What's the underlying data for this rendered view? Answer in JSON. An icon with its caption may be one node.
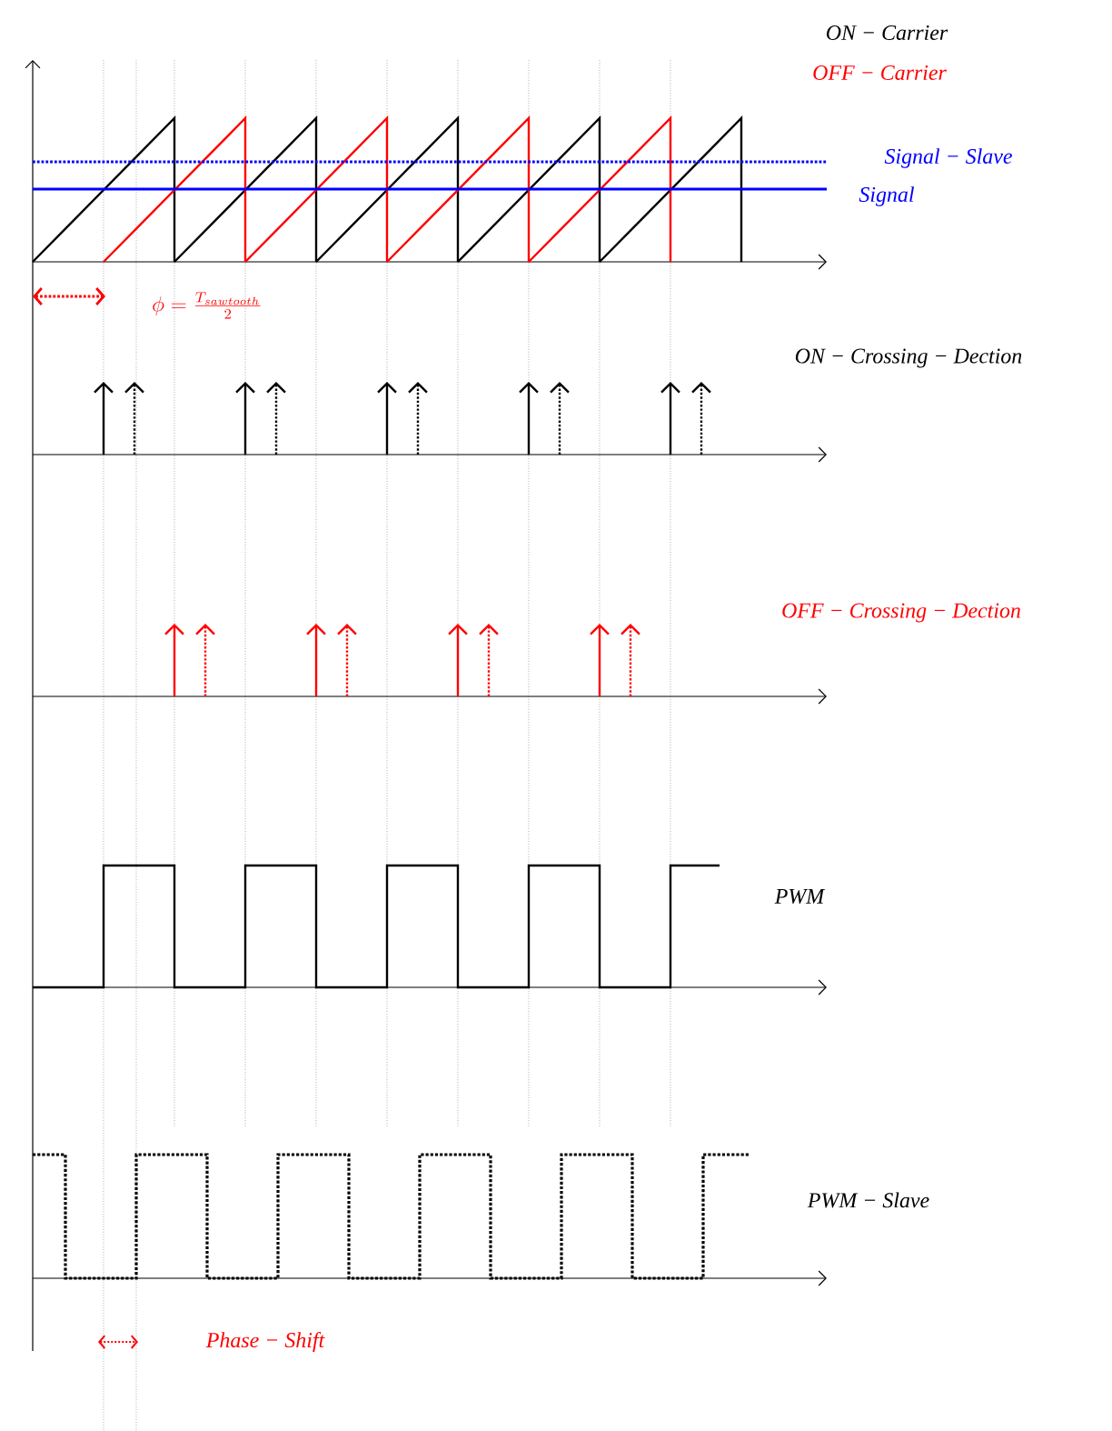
{
  "diagram": {
    "labels": [
      "ON − Carrier",
      "OFF − Carrier",
      "Signal − Slave",
      "Signal",
      "\\phi = \\frac{T_{sawtooth}}{2}",
      "ON − Crossing − Dection",
      "OFF − Crossing − Dection",
      "PWM",
      "PWM − Slave",
      "Phase − Shift"
    ]
  }
}
